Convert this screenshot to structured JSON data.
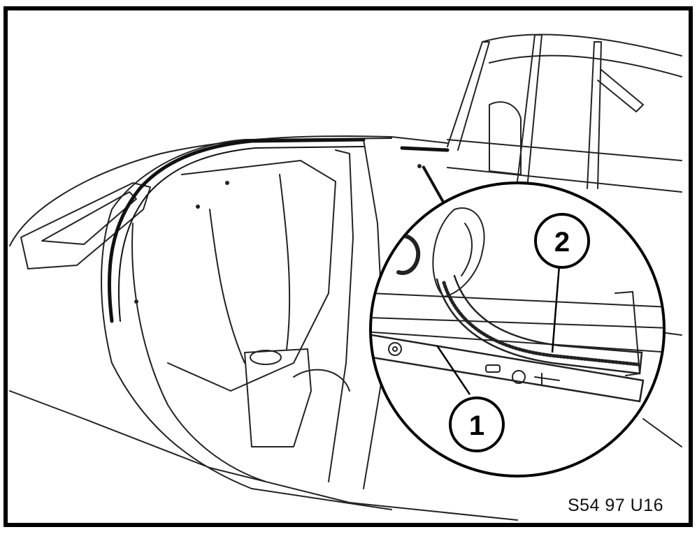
{
  "figure": {
    "reference_code": "S54 97 U16",
    "callouts": [
      {
        "number": "1"
      },
      {
        "number": "2"
      }
    ],
    "colors": {
      "line": "#1a1a1a",
      "background": "#ffffff",
      "frame": "#000000"
    }
  }
}
